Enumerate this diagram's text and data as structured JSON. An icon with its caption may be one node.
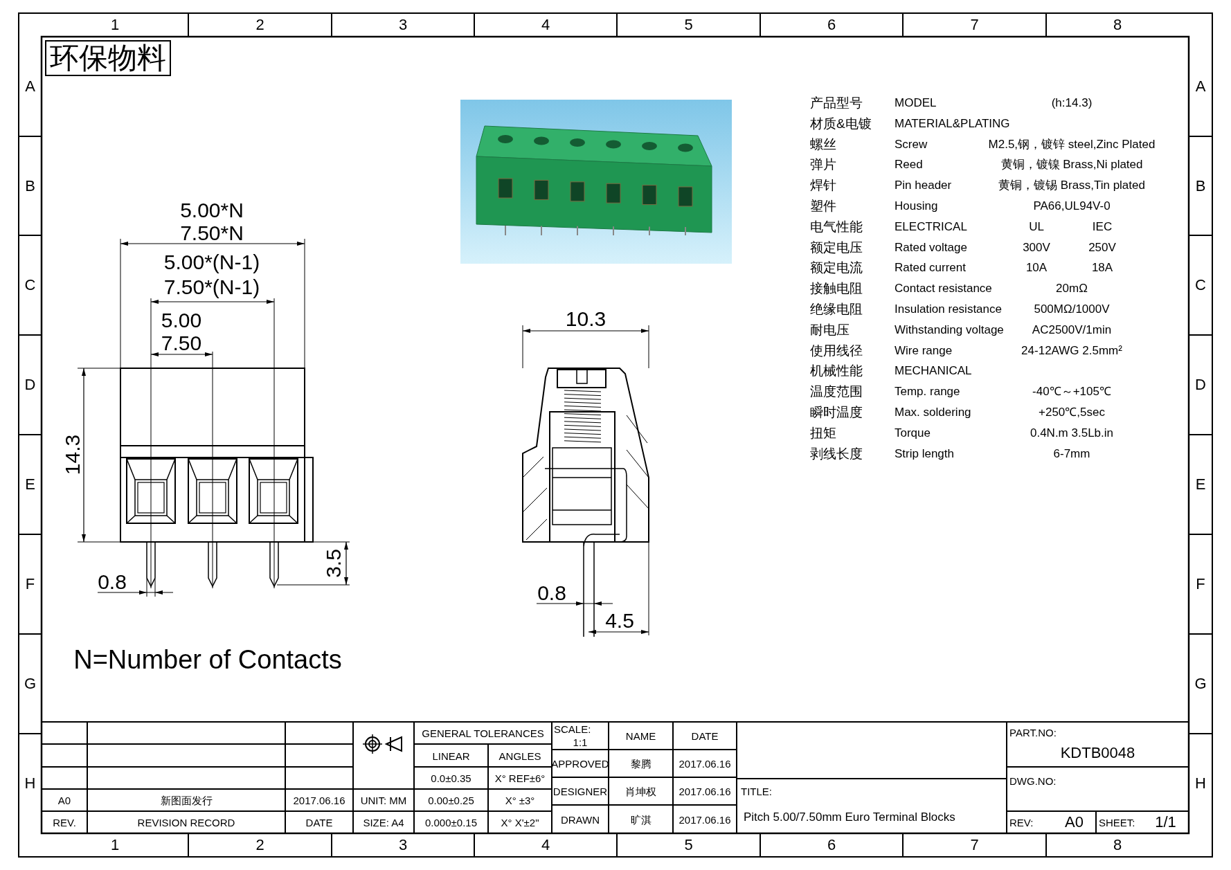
{
  "diagram": {
    "labels": [
      "1",
      "2",
      "3",
      "4",
      "5",
      "6",
      "7",
      "8",
      "A",
      "B",
      "C",
      "D",
      "E",
      "F",
      "G",
      "H",
      "A",
      "B",
      "C",
      "D",
      "E",
      "F",
      "G",
      "H",
      "环保物料",
      "5.00*N",
      "7.50*N",
      "5.00*(N-1)",
      "7.50*(N-1)",
      "5.00",
      "7.50",
      "14.3",
      "0.8",
      "3.5",
      "N=Number of Contacts",
      "10.3",
      "0.8",
      "4.5",
      "产品型号",
      "MODEL",
      "(h:14.3)",
      "材质&电镀",
      "MATERIAL&PLATING",
      "螺丝",
      "Screw",
      "M2.5,钢，镀锌 steel,Zinc Plated",
      "弹片",
      "Reed",
      "黄铜，镀镍 Brass,Ni plated",
      "焊针",
      "Pin header",
      "黄铜，镀锡 Brass,Tin plated",
      "塑件",
      "Housing",
      "PA66,UL94V-0",
      "电气性能",
      "ELECTRICAL",
      "UL",
      "IEC",
      "额定电压",
      "Rated voltage",
      "300V",
      "250V",
      "额定电流",
      "Rated current",
      "10A",
      "18A",
      "接触电阻",
      "Contact resistance",
      "20mΩ",
      "绝缘电阻",
      "Insulation resistance",
      "500MΩ/1000V",
      "耐电压",
      "Withstanding voltage",
      "AC2500V/1min",
      "使用线径",
      "Wire range",
      "24-12AWG 2.5mm²",
      "机械性能",
      "MECHANICAL",
      "温度范围",
      "Temp. range",
      "-40℃～+105℃",
      "瞬时温度",
      "Max. soldering",
      "+250℃,5sec",
      "扭矩",
      "Torque",
      "0.4N.m  3.5Lb.in",
      "剥线长度",
      "Strip length",
      "6-7mm",
      "GENERAL TOLERANCES",
      "SCALE:",
      "1:1",
      "NAME",
      "DATE",
      "PART.NO:",
      "KDTB0048",
      "LINEAR",
      "ANGLES",
      "APPROVED",
      "黎腾",
      "2017.06.16",
      "0.0±0.35",
      "X° REF±6°",
      "DESIGNER",
      "肖坤权",
      "2017.06.16",
      "DWG.NO:",
      "TITLE:",
      "A0",
      "新图面发行",
      "2017.06.16",
      "UNIT: MM",
      "0.00±0.25",
      "X° ±3°",
      "DRAWN",
      "旷淇",
      "2017.06.16",
      "Pitch 5.00/7.50mm Euro Terminal Blocks",
      "REV.",
      "REVISION RECORD",
      "DATE",
      "SIZE: A4",
      "0.000±0.15",
      "X° X'±2\"",
      "REV:",
      "A0",
      "SHEET:",
      "1/1",
      "1",
      "2",
      "3",
      "4",
      "5",
      "6",
      "7",
      "8"
    ]
  }
}
